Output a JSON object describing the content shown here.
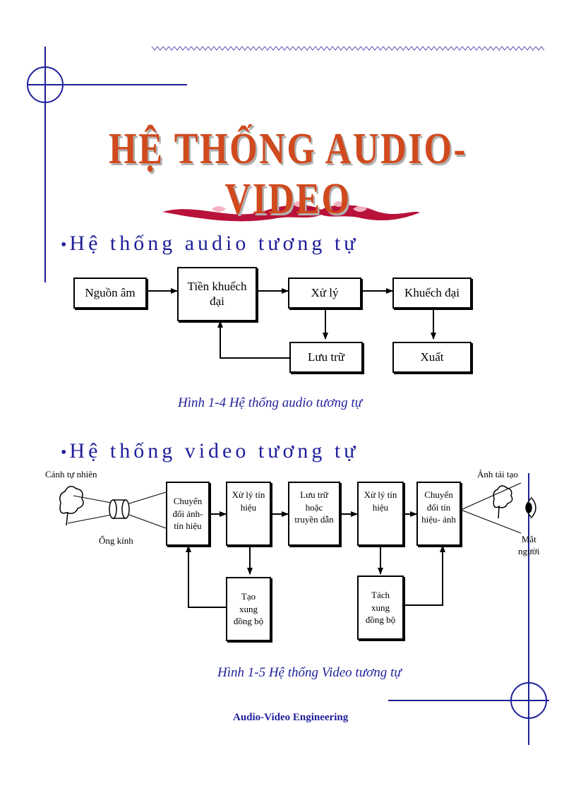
{
  "slide": {
    "title": "HỆ THỐNG AUDIO-VIDEO",
    "footer": "Audio-Video Engineering"
  },
  "audio_section": {
    "heading": "Hệ thống audio tương tự",
    "boxes": {
      "source": "Nguồn âm",
      "preamp": "Tiền khuếch\nđại",
      "process": "Xử lý",
      "amplifier": "Khuếch đại",
      "storage": "Lưu trữ",
      "output": "Xuất"
    },
    "caption": "Hình 1-4 Hệ thống audio tương tự"
  },
  "video_section": {
    "heading": "Hệ thống video tương tự",
    "labels": {
      "natural_scene": "Cảnh tự nhiên",
      "lens": "Ống kính",
      "reconstructed_image": "Ảnh tái tạo",
      "human_eye": "Mắt\nngười"
    },
    "boxes": {
      "image_to_signal": "Chuyển\nđổi ảnh-\ntín hiệu",
      "signal_process_1": "Xử lý tín\nhiệu",
      "store_transmit": "Lưu trữ\nhoặc\ntruyền dẫn",
      "signal_process_2": "Xử lý tín\nhiệu",
      "signal_to_image": "Chuyển\nđổi tín\nhiệu- ảnh",
      "sync_gen": "Tạo\nxung\nđồng bộ",
      "sync_sep": "Tách\nxung\nđồng bộ"
    },
    "caption": "Hình 1-5 Hệ thống Video tương tự"
  },
  "colors": {
    "title": "#d04a1e",
    "accent_blue": "#1f1f9a",
    "ornament": "#b8123a"
  }
}
